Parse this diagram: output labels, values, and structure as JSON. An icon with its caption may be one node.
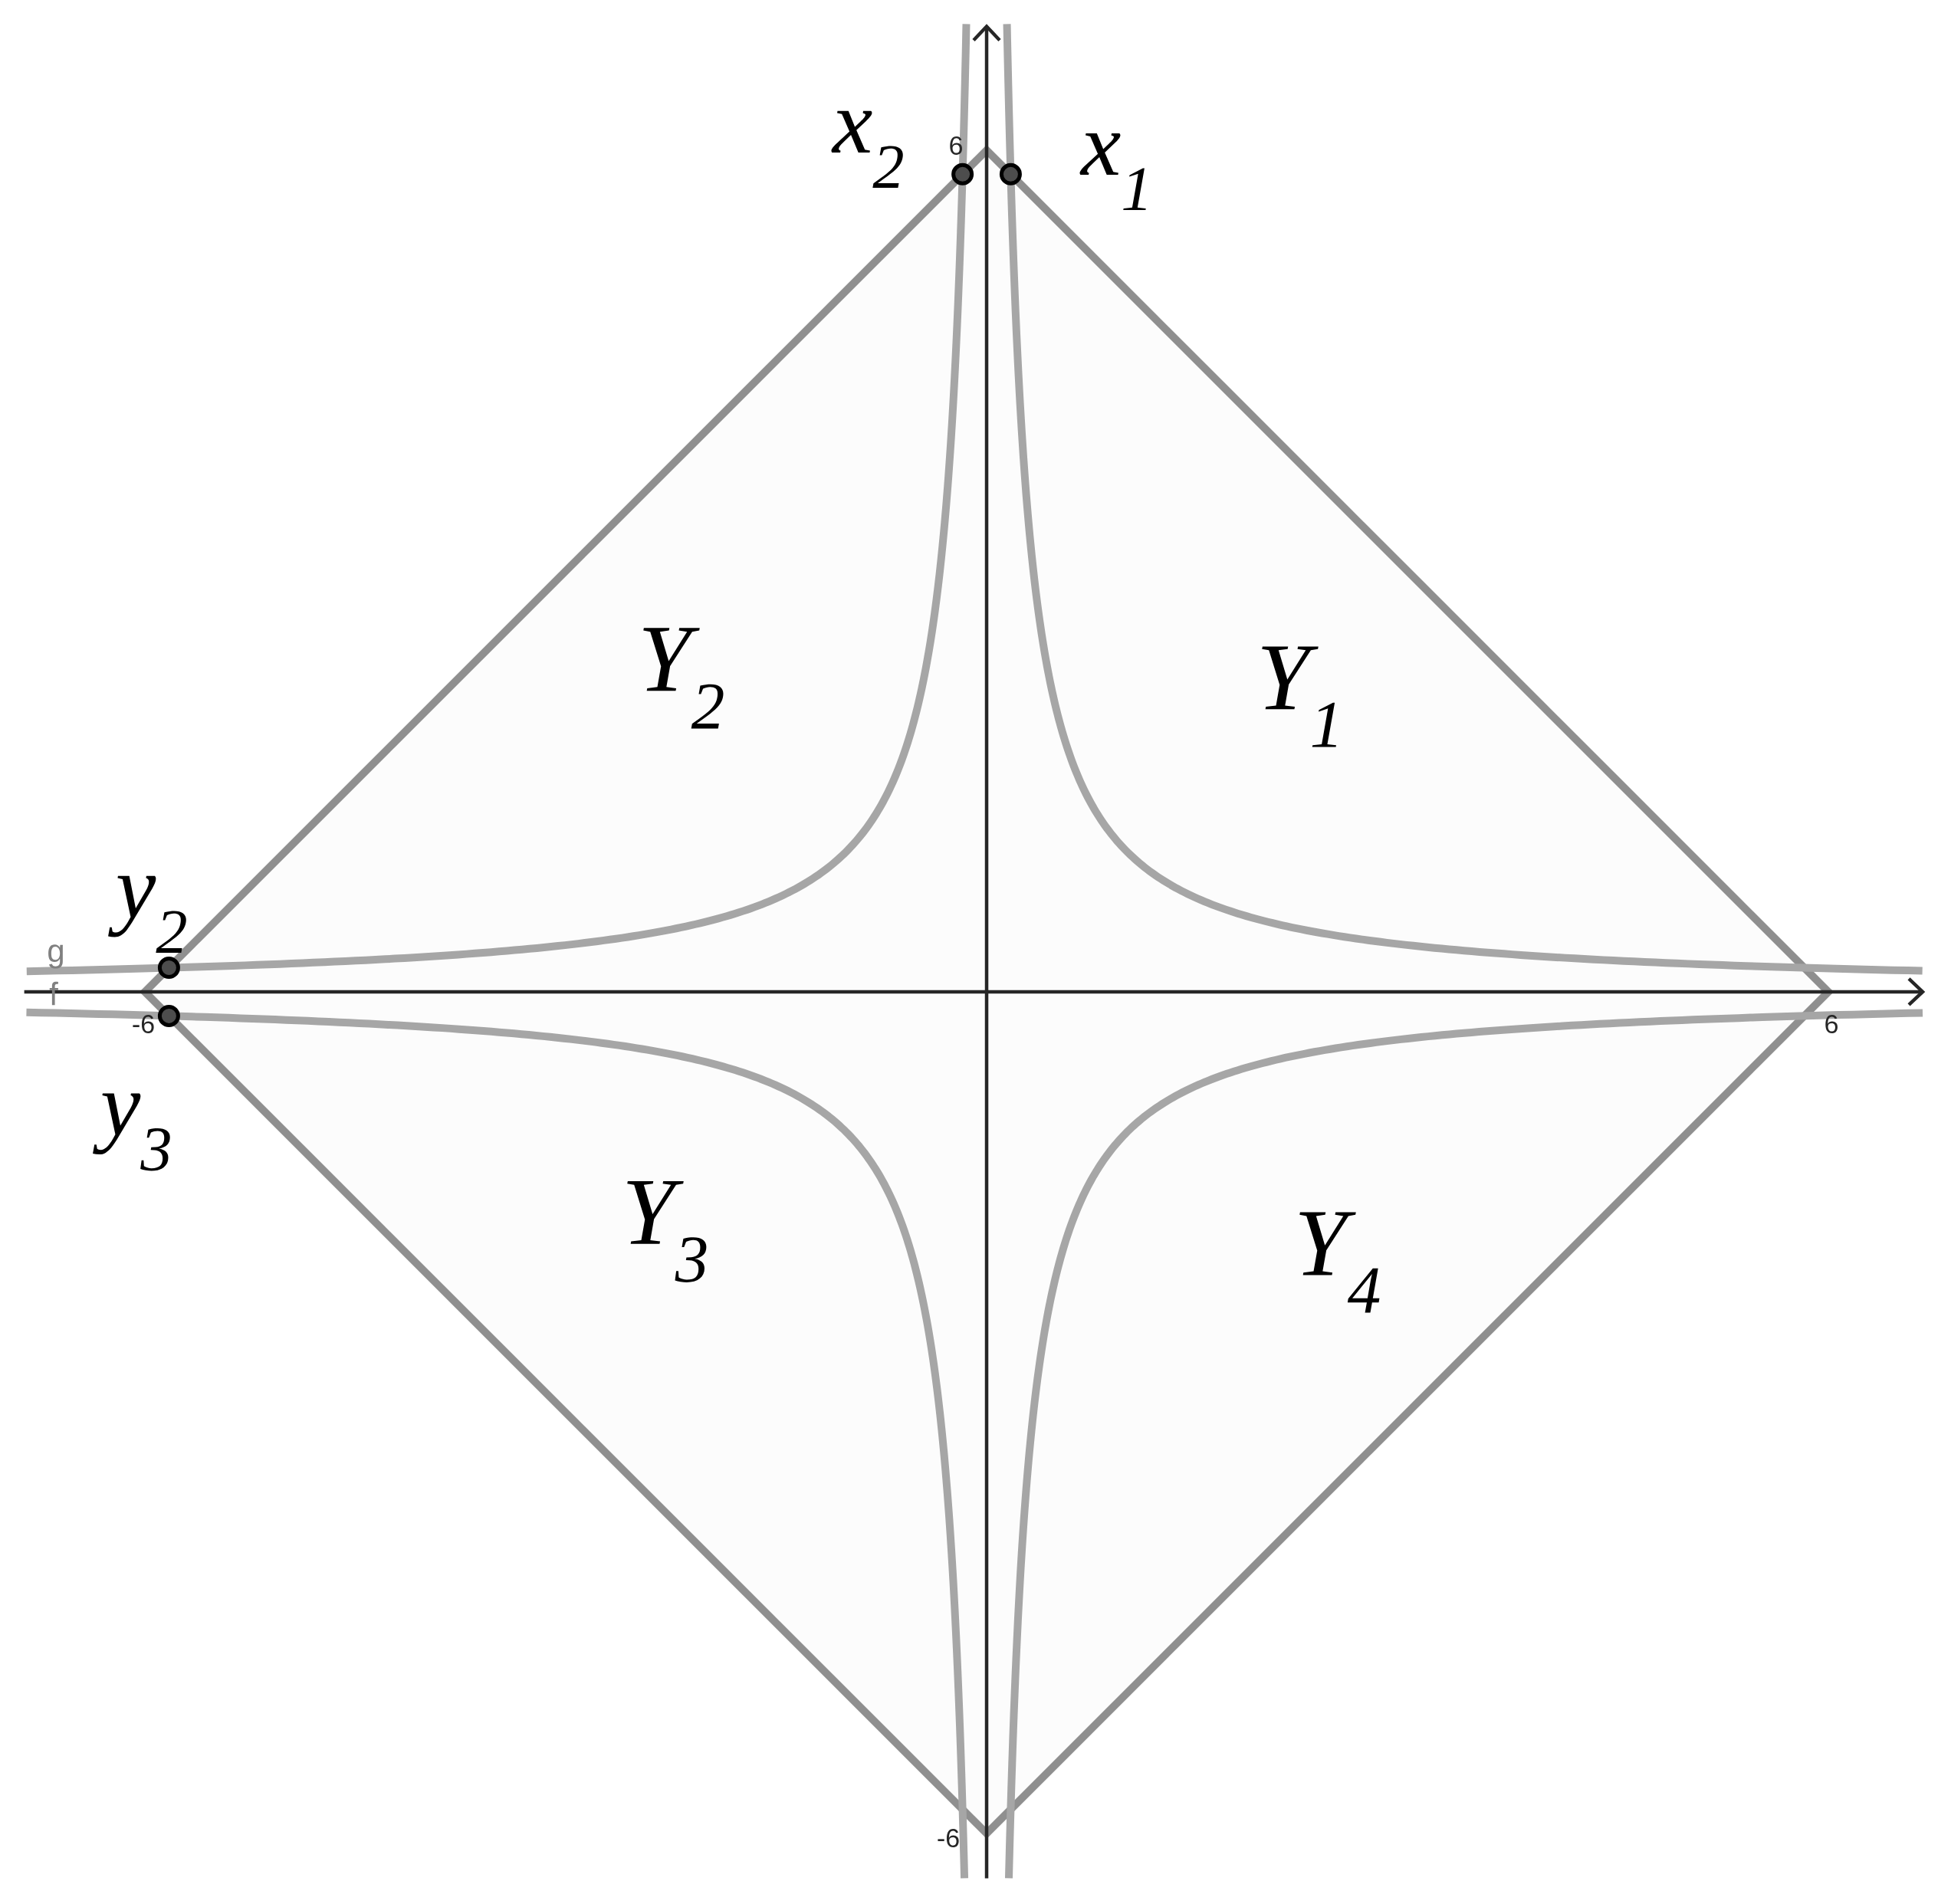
{
  "diagram": {
    "labels": [
      "x$_{2}$",
      "6",
      "x$_{1}$",
      "Y$_{2}$",
      "Y$_{1}$",
      "y$_{2}$",
      "g",
      "f",
      "-6",
      "6",
      "y$_{3}$",
      "Y$_{3}$",
      "Y$_{4}$",
      "-6"
    ]
  }
}
